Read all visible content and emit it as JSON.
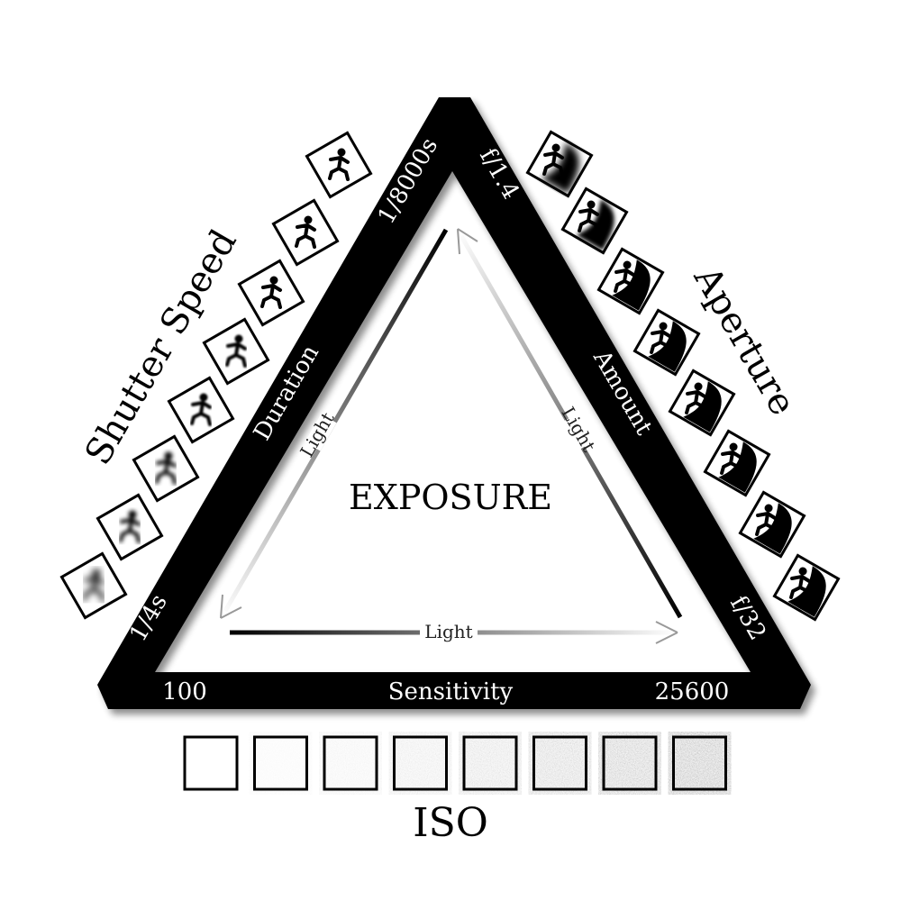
{
  "center_label": "EXPOSURE",
  "shutter": {
    "title": "Shutter Speed",
    "band_label": "Duration",
    "fast": "1/8000s",
    "slow": "1/4s",
    "arrow_label": "Light"
  },
  "aperture": {
    "title": "Aperture",
    "band_label": "Amount",
    "wide": "f/1.4",
    "narrow": "f/32",
    "arrow_label": "Light"
  },
  "iso": {
    "title": "ISO",
    "band_label": "Sensitivity",
    "low": "100",
    "high": "25600",
    "arrow_label": "Light",
    "noise_levels": [
      0,
      0.08,
      0.16,
      0.28,
      0.4,
      0.55,
      0.7,
      0.85
    ]
  },
  "colors": {
    "band": "#000000",
    "background": "#ffffff"
  }
}
